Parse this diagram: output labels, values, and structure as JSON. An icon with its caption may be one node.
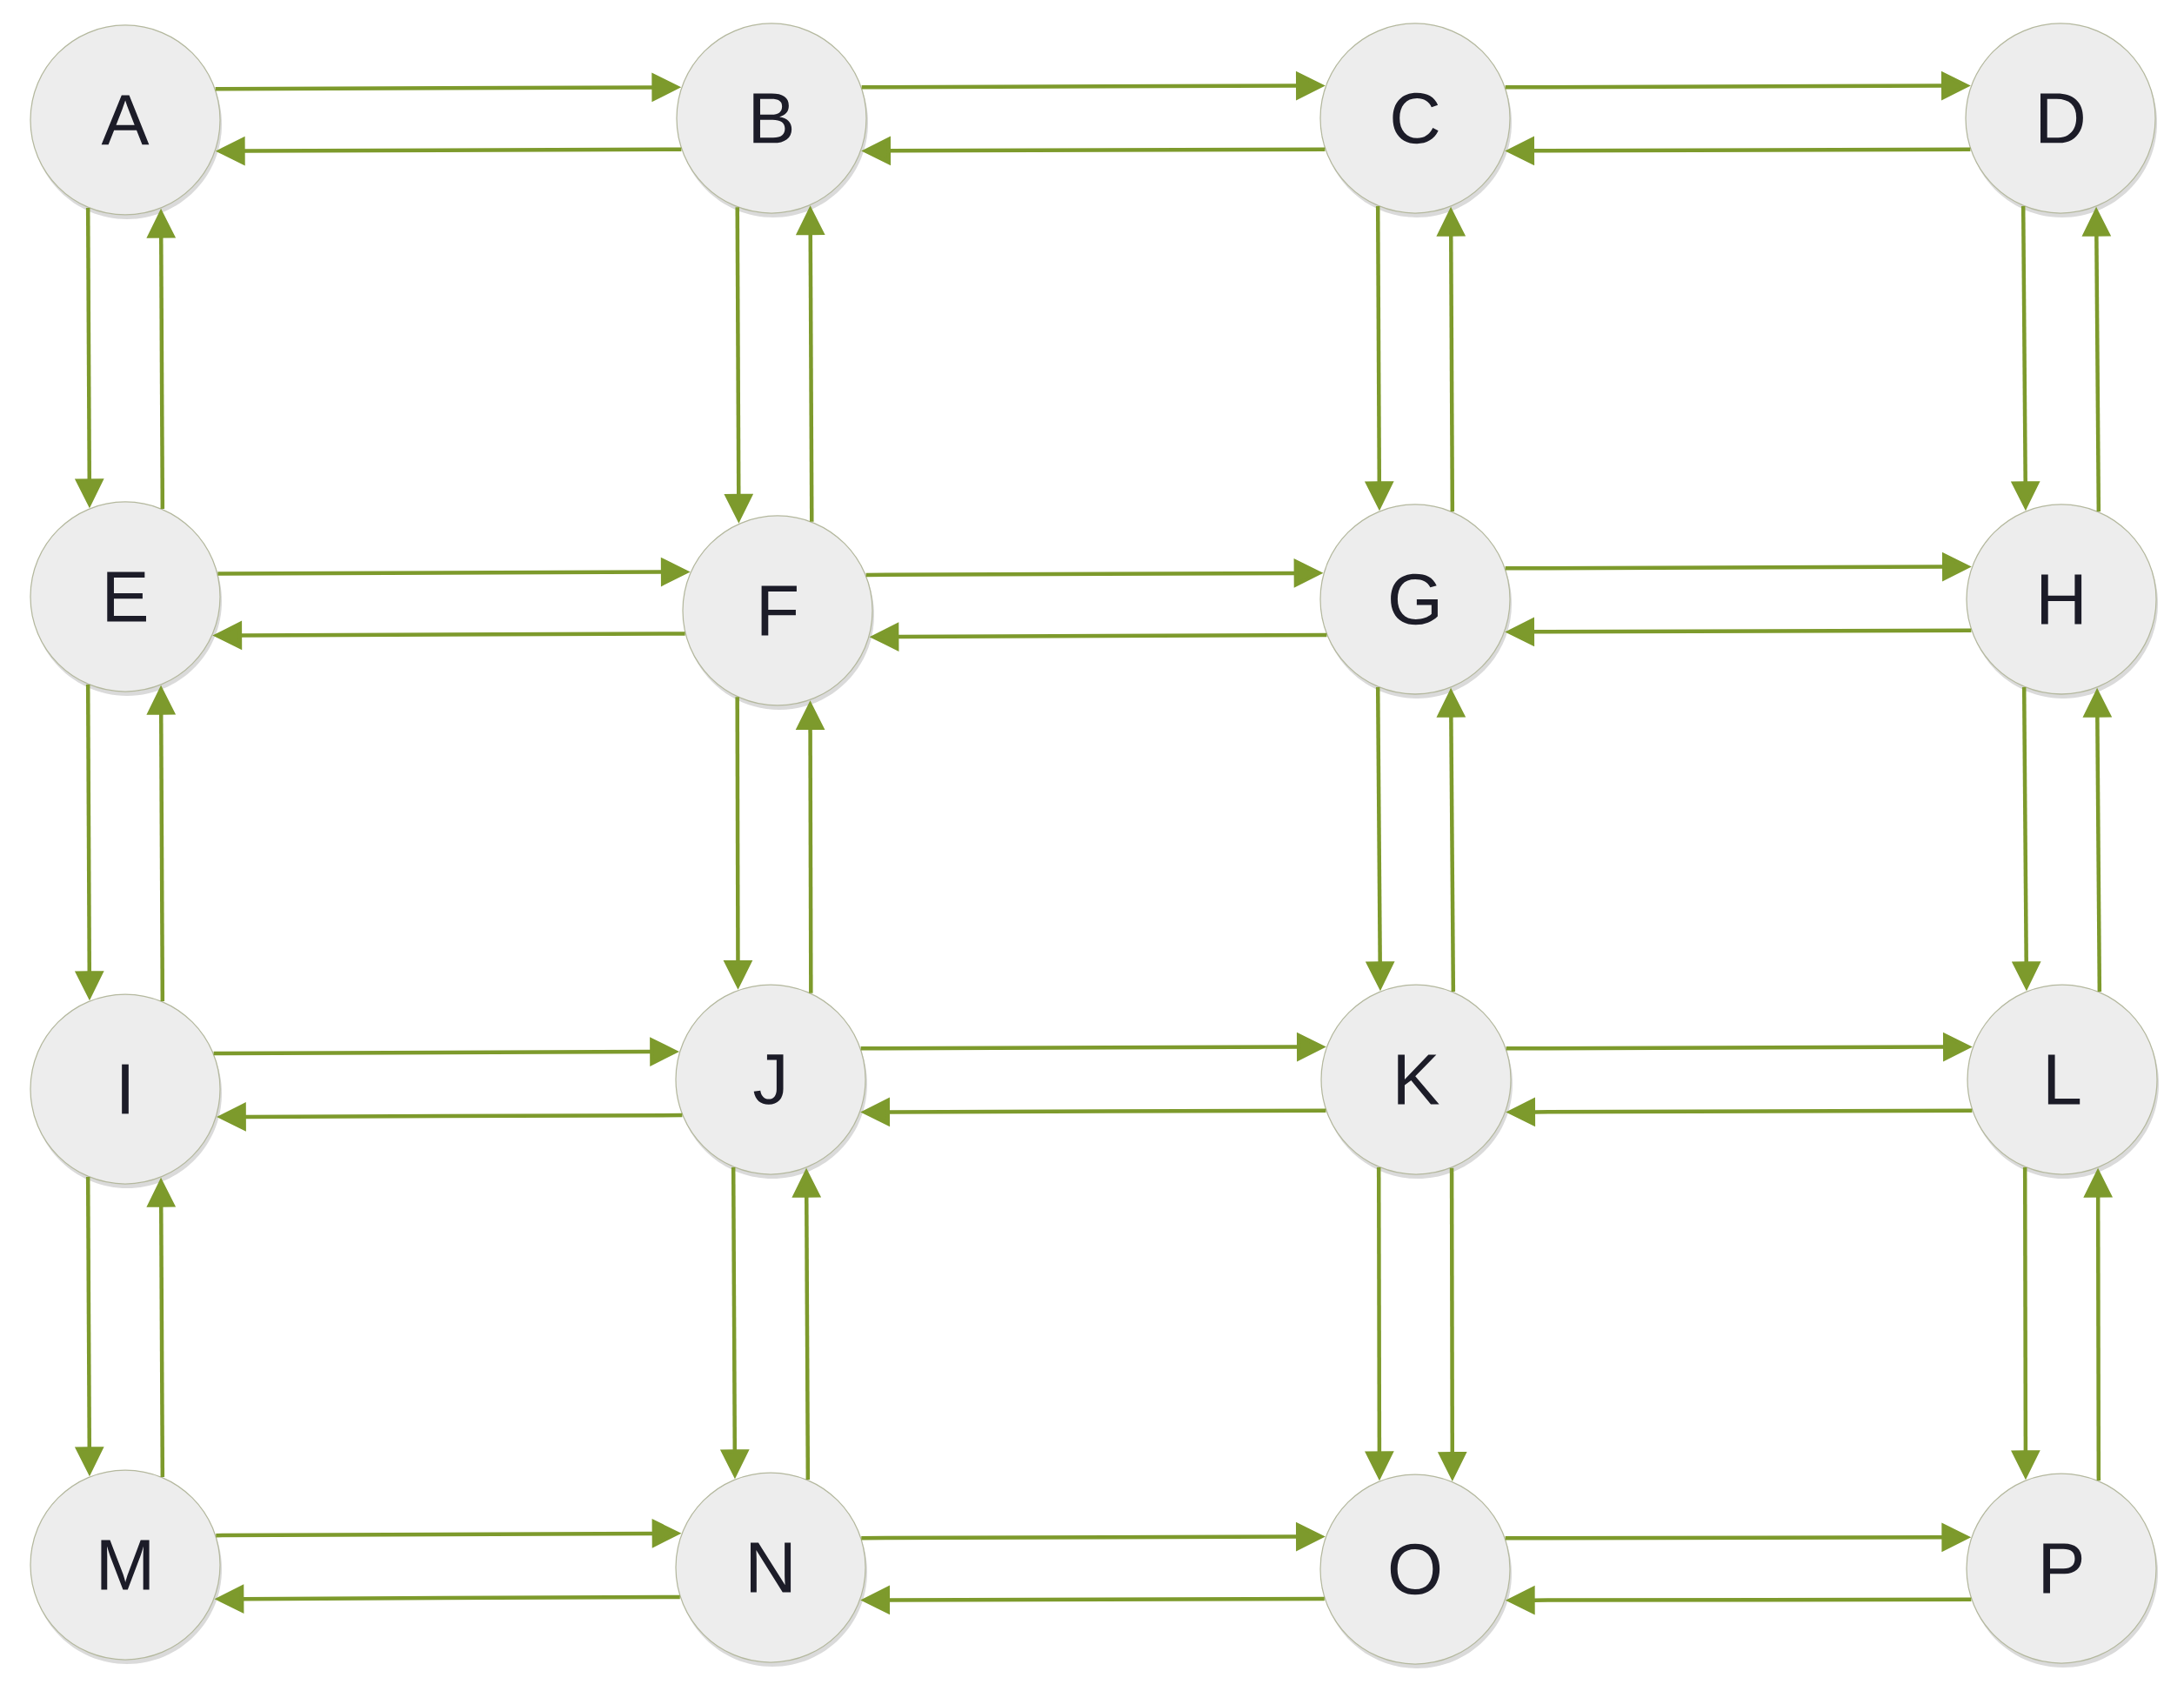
{
  "diagram": {
    "nodes": [
      {
        "text": [
          "A"
        ]
      },
      {
        "text": [
          "B"
        ]
      },
      {
        "text": [
          "C"
        ]
      },
      {
        "text": [
          "D"
        ]
      },
      {
        "text": [
          "E"
        ]
      },
      {
        "text": [
          "F"
        ]
      },
      {
        "text": [
          "G"
        ]
      },
      {
        "text": [
          "H"
        ]
      },
      {
        "text": [
          "I"
        ]
      },
      {
        "text": [
          "J"
        ]
      },
      {
        "text": [
          "K"
        ]
      },
      {
        "text": [
          "L"
        ]
      },
      {
        "text": [
          "M"
        ]
      },
      {
        "text": [
          "N"
        ]
      },
      {
        "text": [
          "O"
        ]
      },
      {
        "text": [
          "P"
        ]
      }
    ],
    "edges": [
      {
        "from": 0,
        "to": 1,
        "arrow": "to"
      },
      {
        "from": 1,
        "to": 0,
        "arrow": "to"
      },
      {
        "from": 1,
        "to": 2,
        "arrow": "to"
      },
      {
        "from": 2,
        "to": 1,
        "arrow": "to"
      },
      {
        "from": 2,
        "to": 3,
        "arrow": "to"
      },
      {
        "from": 3,
        "to": 2,
        "arrow": "to"
      },
      {
        "from": 4,
        "to": 5,
        "arrow": "to"
      },
      {
        "from": 5,
        "to": 4,
        "arrow": "to"
      },
      {
        "from": 5,
        "to": 6,
        "arrow": "to"
      },
      {
        "from": 6,
        "to": 5,
        "arrow": "to"
      },
      {
        "from": 6,
        "to": 7,
        "arrow": "to"
      },
      {
        "from": 7,
        "to": 6,
        "arrow": "to"
      },
      {
        "from": 8,
        "to": 9,
        "arrow": "to"
      },
      {
        "from": 9,
        "to": 8,
        "arrow": "to"
      },
      {
        "from": 9,
        "to": 10,
        "arrow": "to"
      },
      {
        "from": 10,
        "to": 9,
        "arrow": "to"
      },
      {
        "from": 10,
        "to": 11,
        "arrow": "to"
      },
      {
        "from": 11,
        "to": 10,
        "arrow": "to"
      },
      {
        "from": 12,
        "to": 13,
        "arrow": "to"
      },
      {
        "from": 13,
        "to": 12,
        "arrow": "to"
      },
      {
        "from": 13,
        "to": 14,
        "arrow": "to"
      },
      {
        "from": 14,
        "to": 13,
        "arrow": "to"
      },
      {
        "from": 14,
        "to": 15,
        "arrow": "to"
      },
      {
        "from": 15,
        "to": 14,
        "arrow": "to"
      },
      {
        "from": 0,
        "to": 4,
        "arrow": "to"
      },
      {
        "from": 4,
        "to": 0,
        "arrow": "to"
      },
      {
        "from": 1,
        "to": 5,
        "arrow": "to"
      },
      {
        "from": 5,
        "to": 1,
        "arrow": "to"
      },
      {
        "from": 2,
        "to": 6,
        "arrow": "to"
      },
      {
        "from": 6,
        "to": 2,
        "arrow": "to"
      },
      {
        "from": 3,
        "to": 7,
        "arrow": "to"
      },
      {
        "from": 7,
        "to": 3,
        "arrow": "to"
      },
      {
        "from": 4,
        "to": 8,
        "arrow": "to"
      },
      {
        "from": 8,
        "to": 4,
        "arrow": "to"
      },
      {
        "from": 5,
        "to": 9,
        "arrow": "to"
      },
      {
        "from": 9,
        "to": 5,
        "arrow": "to"
      },
      {
        "from": 6,
        "to": 10,
        "arrow": "to"
      },
      {
        "from": 10,
        "to": 6,
        "arrow": "to"
      },
      {
        "from": 7,
        "to": 11,
        "arrow": "to"
      },
      {
        "from": 11,
        "to": 7,
        "arrow": "to"
      },
      {
        "from": 8,
        "to": 12,
        "arrow": "to"
      },
      {
        "from": 12,
        "to": 8,
        "arrow": "to"
      },
      {
        "from": 9,
        "to": 13,
        "arrow": "to"
      },
      {
        "from": 13,
        "to": 9,
        "arrow": "to"
      },
      {
        "from": 10,
        "to": 14,
        "arrow": "to"
      },
      {
        "from": 10,
        "to": 14,
        "arrow": "to"
      },
      {
        "from": 11,
        "to": 15,
        "arrow": "to"
      },
      {
        "from": 15,
        "to": 11,
        "arrow": "to"
      }
    ]
  }
}
